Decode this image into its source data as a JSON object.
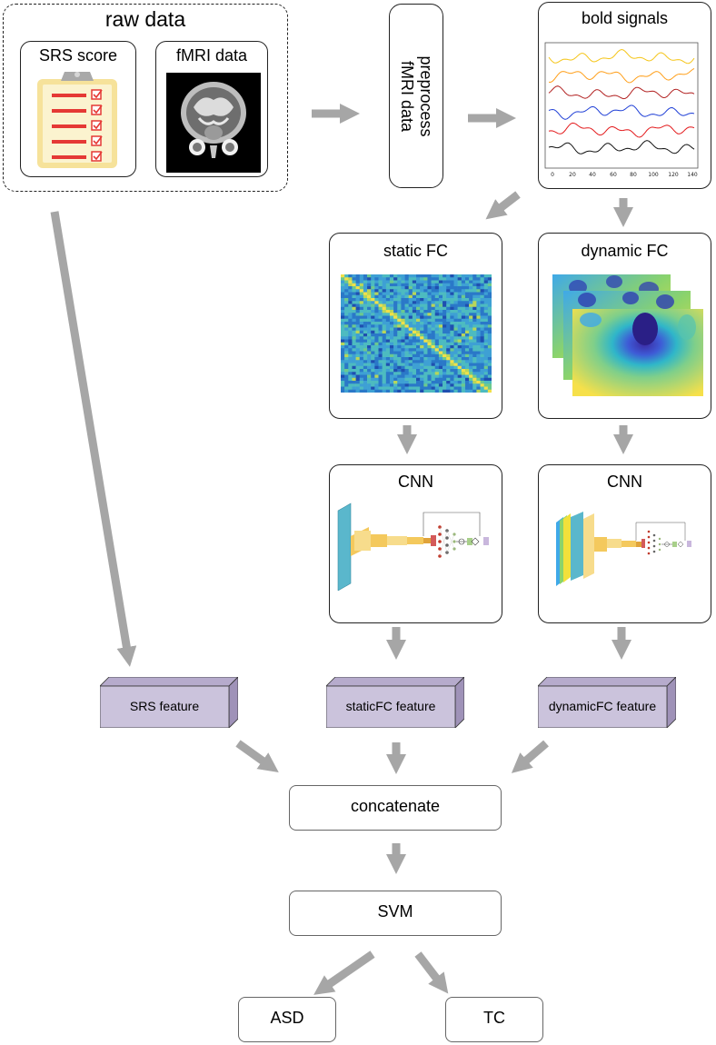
{
  "raw": {
    "title": "raw data",
    "srs_label": "SRS score",
    "fmri_label": "fMRI data"
  },
  "preprocess": {
    "label": "preprocess\nfMRI data"
  },
  "bold": {
    "title": "bold signals",
    "ticks": [
      "0",
      "20",
      "40",
      "60",
      "80",
      "100",
      "120",
      "140"
    ],
    "series_colors": [
      "#f5c518",
      "#ff9f1a",
      "#b22222",
      "#1f3fd6",
      "#e31a1c",
      "#111111"
    ]
  },
  "static_fc": {
    "title": "static FC"
  },
  "dynamic_fc": {
    "title": "dynamic FC"
  },
  "cnn_static": {
    "title": "CNN"
  },
  "cnn_dynamic": {
    "title": "CNN"
  },
  "features": {
    "srs": "SRS feature",
    "static": "staticFC feature",
    "dynamic": "dynamicFC feature"
  },
  "concat": {
    "label": "concatenate"
  },
  "svm": {
    "label": "SVM"
  },
  "outputs": {
    "asd": "ASD",
    "tc": "TC"
  },
  "colors": {
    "arrow": "#a6a6a6",
    "feature_face": "#cbc3dc",
    "feature_side": "#9f92b8",
    "feature_top": "#b6abcc",
    "clipboard": "#f6e29a",
    "clip": "#a9a9a9",
    "line_red": "#e53935"
  }
}
